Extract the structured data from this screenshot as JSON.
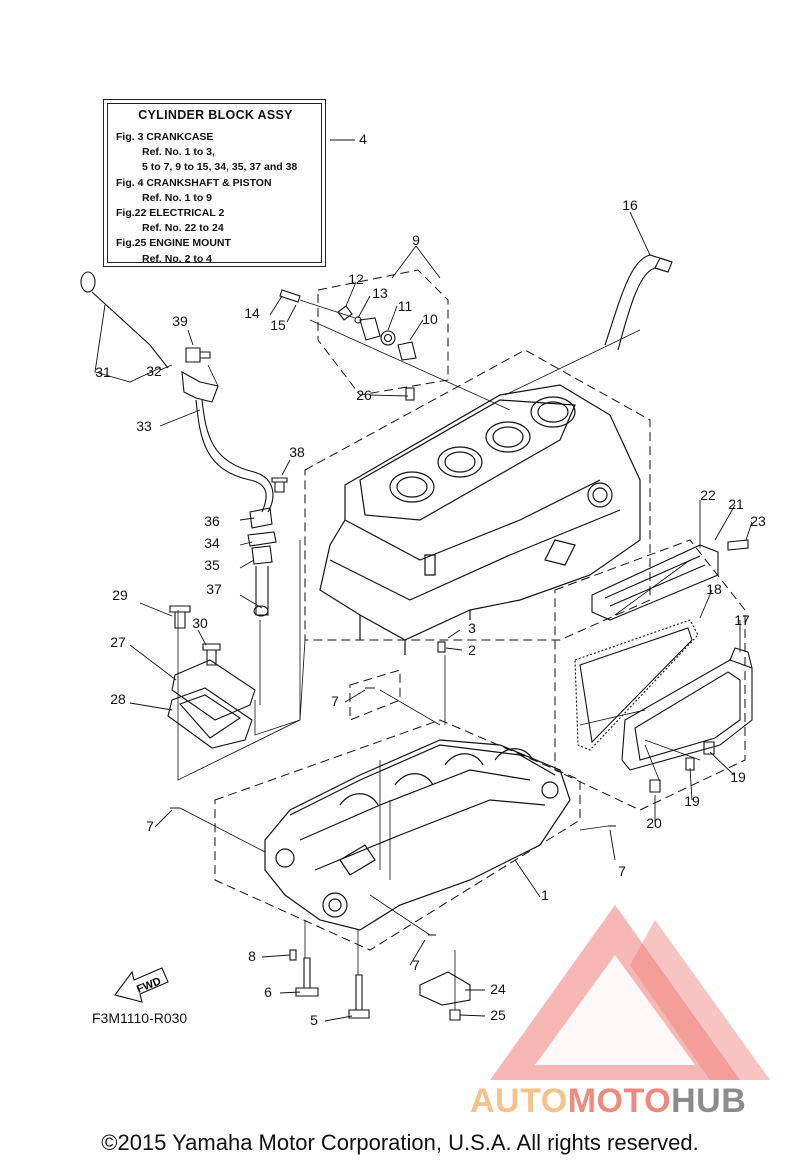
{
  "ref_box": {
    "title": "CYLINDER BLOCK ASSY",
    "lines": [
      "Fig.  3 CRANKCASE",
      "Ref. No. 1 to 3,",
      "5 to 7, 9 to 15, 34, 35, 37 and 38",
      "Fig.  4 CRANKSHAFT & PISTON",
      "Ref. No. 1 to 9",
      "Fig.22 ELECTRICAL 2",
      "Ref. No. 22 to 24",
      "Fig.25 ENGINE MOUNT",
      "Ref. No. 2 to 4"
    ]
  },
  "callouts": [
    "1",
    "2",
    "3",
    "4",
    "5",
    "6",
    "7",
    "8",
    "9",
    "10",
    "11",
    "12",
    "13",
    "14",
    "15",
    "16",
    "17",
    "18",
    "19",
    "20",
    "21",
    "22",
    "23",
    "24",
    "25",
    "26",
    "27",
    "28",
    "29",
    "30",
    "31",
    "32",
    "33",
    "34",
    "35",
    "36",
    "37",
    "38",
    "39"
  ],
  "fwd_label": "FWD",
  "figure_code": "F3M1110-R030",
  "copyright": "©2015 Yamaha Motor Corporation, U.S.A. All rights reserved.",
  "watermark": {
    "part1": "AUTO",
    "part2": "MOTO",
    "part3": "HUB",
    "color1": "#f5c28a",
    "color2": "#f08a80",
    "color3": "#8c8c8c",
    "logo_color": "#f07d78"
  }
}
